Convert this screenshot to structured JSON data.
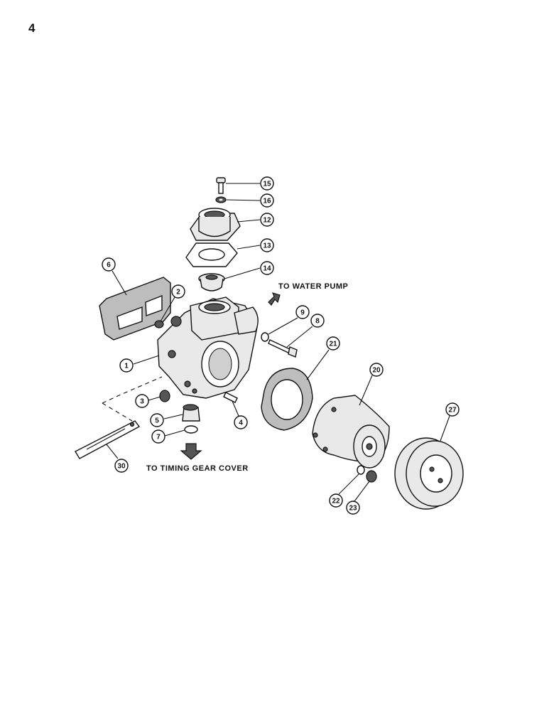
{
  "page": {
    "number": "4"
  },
  "flow_labels": {
    "water_pump": "TO WATER PUMP",
    "timing_gear_cover": "TO TIMING GEAR COVER"
  },
  "callouts": [
    {
      "id": "c15",
      "label": "15"
    },
    {
      "id": "c16",
      "label": "16"
    },
    {
      "id": "c12",
      "label": "12"
    },
    {
      "id": "c13",
      "label": "13"
    },
    {
      "id": "c14",
      "label": "14"
    },
    {
      "id": "c6",
      "label": "6"
    },
    {
      "id": "c2",
      "label": "2"
    },
    {
      "id": "c9",
      "label": "9"
    },
    {
      "id": "c8",
      "label": "8"
    },
    {
      "id": "c21",
      "label": "21"
    },
    {
      "id": "c1",
      "label": "1"
    },
    {
      "id": "c20",
      "label": "20"
    },
    {
      "id": "c3",
      "label": "3"
    },
    {
      "id": "c4",
      "label": "4"
    },
    {
      "id": "c5",
      "label": "5"
    },
    {
      "id": "c7",
      "label": "7"
    },
    {
      "id": "c27",
      "label": "27"
    },
    {
      "id": "c30",
      "label": "30"
    },
    {
      "id": "c22",
      "label": "22"
    },
    {
      "id": "c23",
      "label": "23"
    }
  ]
}
